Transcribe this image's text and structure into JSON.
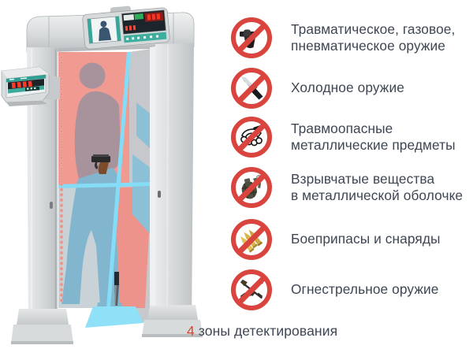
{
  "colors": {
    "prohibition_red": "#d9453e",
    "text_dark": "#3e4653",
    "accent_red": "#e0432e",
    "zone_salmon": "#f09a92",
    "zone_blue": "#82b6ce",
    "zone_divider_cyan": "#85dcf6",
    "silhouette_mauve": "#a8929c",
    "detector_gray": "#d6d9da",
    "led_dot_pink": "#eca49c"
  },
  "illustration": {
    "name": "walk-through-metal-detector",
    "zones_shown": 4
  },
  "prohibited_items": [
    {
      "icon": "handgun-icon",
      "label": "Травматическое, газовое,\nпневматическое оружие"
    },
    {
      "icon": "knife-icon",
      "label": "Холодное оружие"
    },
    {
      "icon": "brass-knuckles-icon",
      "label": "Травмоопасные\nметаллические предметы"
    },
    {
      "icon": "grenade-icon",
      "label": "Взрывчатые вещества\nв металлической оболочке"
    },
    {
      "icon": "ammunition-icon",
      "label": "Боеприпасы и снаряды"
    },
    {
      "icon": "firearms-icon",
      "label": "Огнестрельное оружие"
    }
  ],
  "caption": {
    "number": "4",
    "text": " зоны детектирования"
  }
}
